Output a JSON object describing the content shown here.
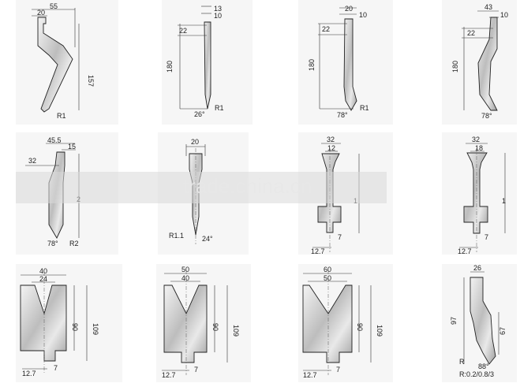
{
  "watermark": "trade.china.cn",
  "tools": [
    {
      "id": "p1",
      "labels": [
        "55",
        "20",
        "157",
        "R1"
      ]
    },
    {
      "id": "p2",
      "labels": [
        "13",
        "10",
        "22",
        "180",
        "26°",
        "R1"
      ]
    },
    {
      "id": "p3",
      "labels": [
        "20",
        "10",
        "22",
        "180",
        "78°",
        "R1"
      ]
    },
    {
      "id": "p4",
      "labels": [
        "43",
        "10",
        "22",
        "180",
        "78°"
      ]
    },
    {
      "id": "p5",
      "labels": [
        "45.5",
        "15",
        "32",
        "2",
        "78°",
        "R2"
      ]
    },
    {
      "id": "p6",
      "labels": [
        "20",
        "R1.1",
        "24°"
      ]
    },
    {
      "id": "p7",
      "labels": [
        "32",
        "12",
        "1",
        "12.7",
        "7"
      ]
    },
    {
      "id": "p8",
      "labels": [
        "32",
        "18",
        "1",
        "12.7",
        "7"
      ]
    },
    {
      "id": "d1",
      "labels": [
        "40",
        "24",
        "90",
        "109",
        "12.7",
        "7"
      ]
    },
    {
      "id": "d2",
      "labels": [
        "50",
        "40",
        "90",
        "109",
        "12.7",
        "7"
      ]
    },
    {
      "id": "d3",
      "labels": [
        "60",
        "50",
        "90",
        "109",
        "12.7",
        "7"
      ]
    },
    {
      "id": "p9",
      "labels": [
        "26",
        "97",
        "67",
        "R",
        "88°",
        "R:0.2/0.8/3"
      ]
    }
  ]
}
